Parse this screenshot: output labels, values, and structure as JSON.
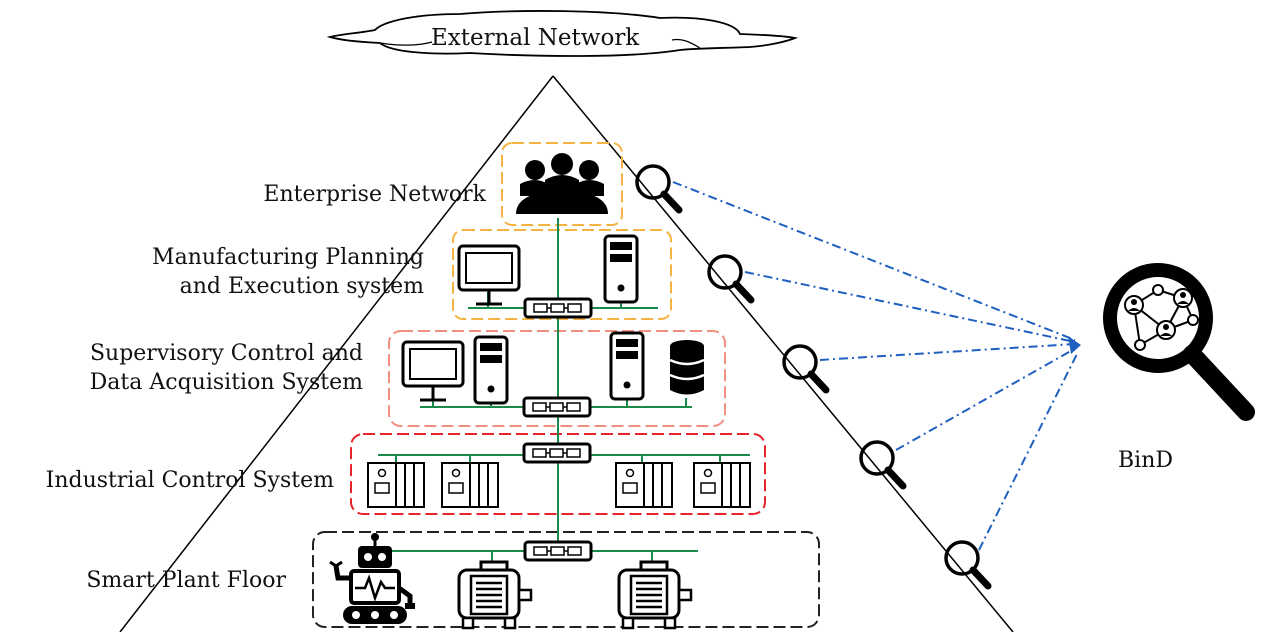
{
  "cloud": {
    "label": "External Network"
  },
  "layers": [
    {
      "id": "enterprise",
      "label_lines": [
        "Enterprise Network"
      ],
      "color": "#f5b342"
    },
    {
      "id": "mes",
      "label_lines": [
        "Manufacturing Planning",
        "and Execution system"
      ],
      "color": "#f5b342"
    },
    {
      "id": "scada",
      "label_lines": [
        "Supervisory Control and",
        "Data Acquisition System"
      ],
      "color": "#f08f7f"
    },
    {
      "id": "ics",
      "label_lines": [
        "Industrial Control System"
      ],
      "color": "#e8242b"
    },
    {
      "id": "plant",
      "label_lines": [
        "Smart Plant Floor"
      ],
      "color": "#222222"
    }
  ],
  "detector": {
    "label": "BinD"
  },
  "colors": {
    "network_line": "#1a8a4a",
    "arrow": "#1f5fbf"
  }
}
